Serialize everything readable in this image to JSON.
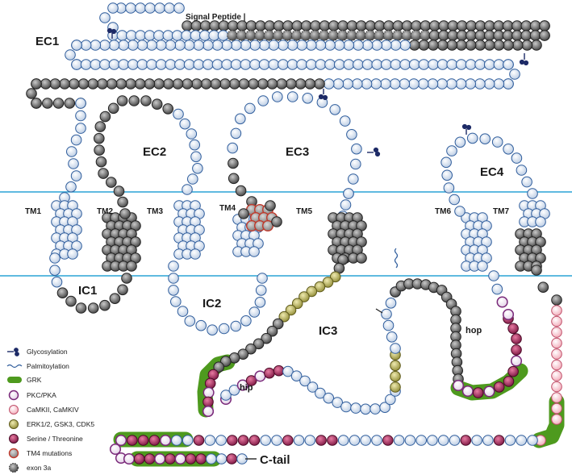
{
  "labels": {
    "signal_peptide": "Signal Peptide |",
    "ec1": "EC1",
    "ec2": "EC2",
    "ec3": "EC3",
    "ec4": "EC4",
    "tm1": "TM1",
    "tm2": "TM2",
    "tm3": "TM3",
    "tm4": "TM4",
    "tm5": "TM5",
    "tm6": "TM6",
    "tm7": "TM7",
    "ic1": "IC1",
    "ic2": "IC2",
    "ic3": "IC3",
    "hip": "hip",
    "hop": "hop",
    "c_tail": "C-tail"
  },
  "legend": [
    {
      "key": "glycosylation",
      "label": "Glycosylation"
    },
    {
      "key": "palmitoylation",
      "label": "Palmitoylation"
    },
    {
      "key": "grk",
      "label": "GRK"
    },
    {
      "key": "pkc_pka",
      "label": "PKC/PKA"
    },
    {
      "key": "camkii",
      "label": "CaMKII, CaMKIV"
    },
    {
      "key": "erk",
      "label": "ERK1/2, GSK3, CDK5"
    },
    {
      "key": "ser_thr",
      "label": "Serine / Threonine"
    },
    {
      "key": "tm4_mut",
      "label": "TM4 mutations"
    },
    {
      "key": "exon3a",
      "label": "exon 3a"
    }
  ],
  "colors": {
    "membrane_line": "#2aa4d6",
    "residue_blue_fill": "#dfe8f3",
    "residue_blue_stroke": "#2f5d9c",
    "residue_gray_fill": "#6e6e6e",
    "residue_gray_stroke": "#222222",
    "residue_pink_fill": "#f6c6cf",
    "residue_pink_stroke": "#c0506a",
    "residue_olive_fill": "#b8b35c",
    "residue_serthr_fill": "#b02a5e",
    "residue_pkc_fill": "#f0e6f2",
    "residue_pkc_stroke": "#7a2a7a",
    "grk_band": "#4e9a1e",
    "glyco": "#1d2a66"
  }
}
